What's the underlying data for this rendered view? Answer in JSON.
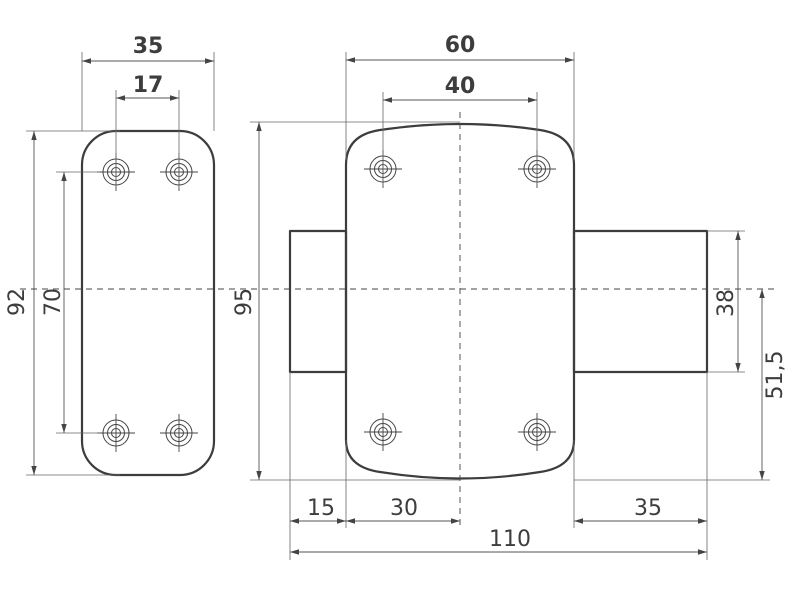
{
  "diagram": {
    "subject": "rim lock with keeper plate, front and side views",
    "units": "mm",
    "dimensions": {
      "plate_width": "35",
      "plate_hole_spacing": "17",
      "plate_height": "92",
      "plate_hole_vertical": "70",
      "body_width": "60",
      "body_hole_spacing": "40",
      "body_height": "95",
      "bolt_height": "38",
      "center_to_bottom": "51,5",
      "left_bolt_projection": "15",
      "left_to_center": "30",
      "right_bolt_projection": "35",
      "overall_width": "110"
    }
  }
}
